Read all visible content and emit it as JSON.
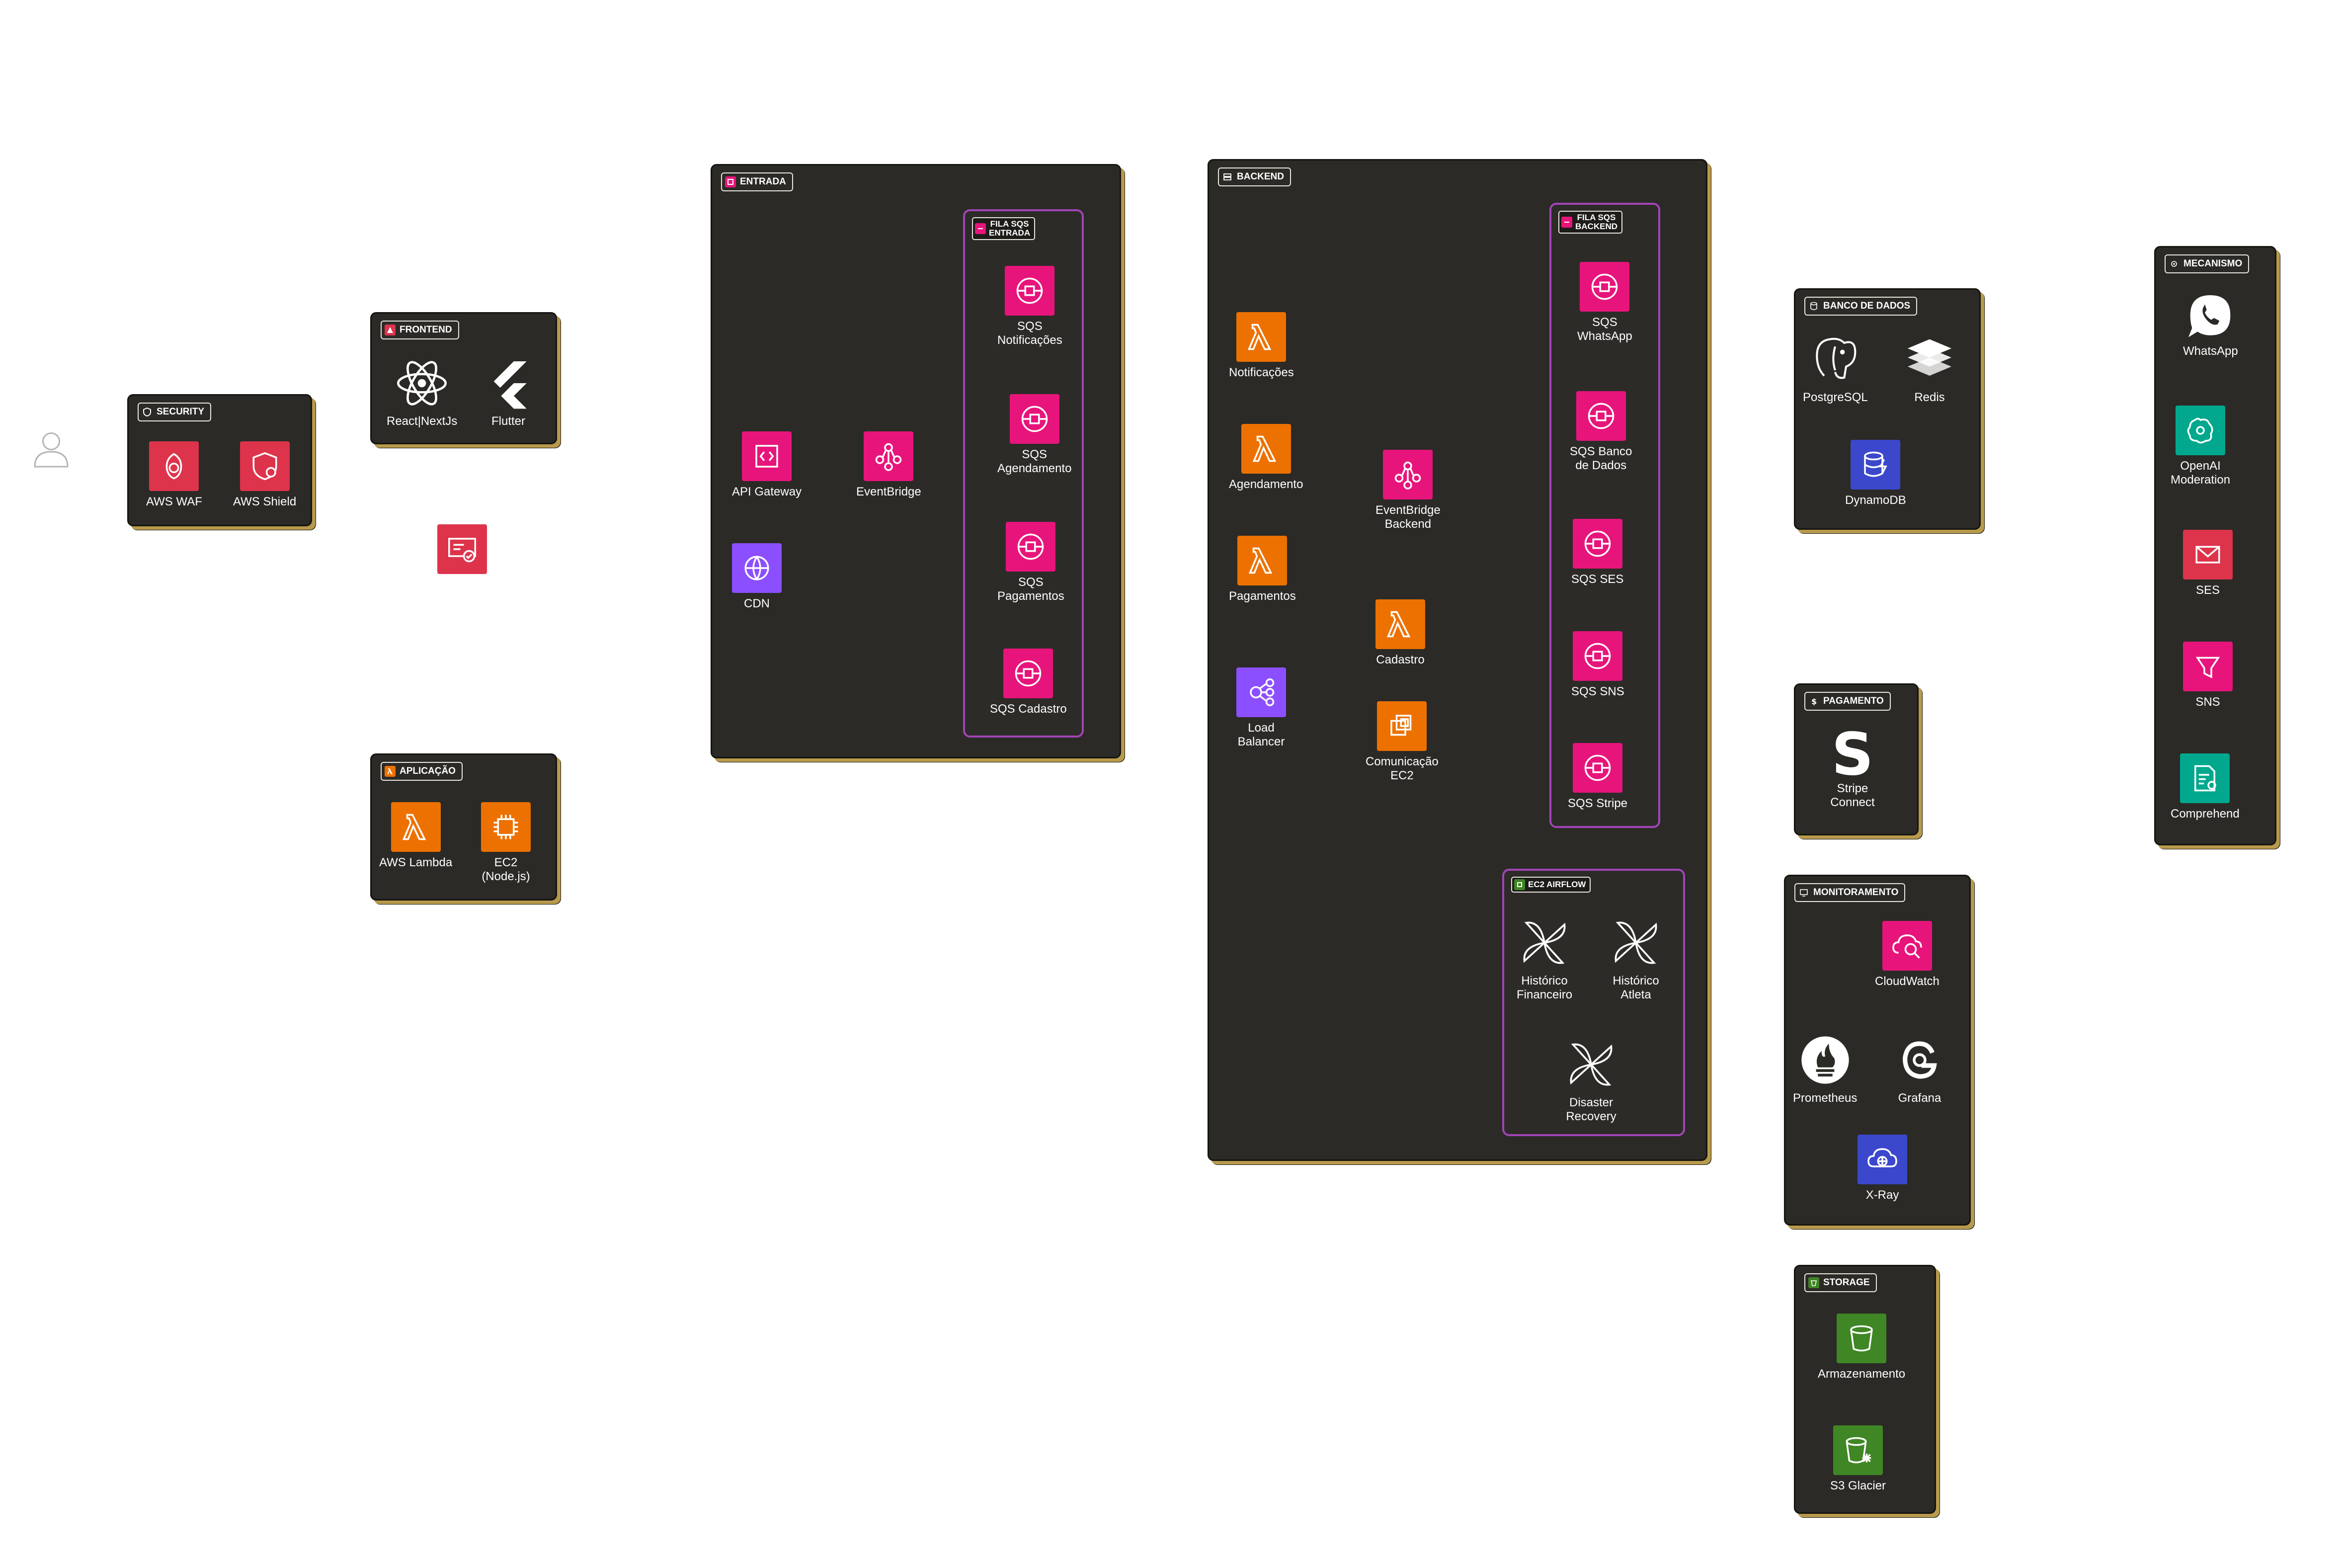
{
  "colors": {
    "group_background": "#2b2a26",
    "group_shadow": "#b89a4c",
    "queue_border": "#a145b7",
    "aws_pink": "#e7157b",
    "aws_orange": "#ed7100",
    "aws_purple": "#8c4fff",
    "aws_red": "#dd344c",
    "aws_teal": "#01a88d",
    "aws_green": "#3f8624",
    "aws_blue": "#3b48cc"
  },
  "user": {
    "icon": "user-icon"
  },
  "certificate": {
    "icon": "certificate-manager-icon"
  },
  "groups": {
    "security": {
      "title": "SECURITY",
      "icon": "shield-icon",
      "nodes": {
        "waf": "AWS WAF",
        "shield": "AWS Shield"
      }
    },
    "frontend": {
      "title": "FRONTEND",
      "icon": "browser-icon",
      "nodes": {
        "react": "React|NextJs",
        "flutter": "Flutter"
      }
    },
    "aplicacao": {
      "title": "APLICAÇÃO",
      "icon": "lambda-icon",
      "nodes": {
        "lambda": "AWS Lambda",
        "ec2_line1": "EC2",
        "ec2_line2": "(Node.js)"
      }
    },
    "entrada": {
      "title": "ENTRADA",
      "icon": "api-icon",
      "nodes": {
        "api_gateway": "API Gateway",
        "eventbridge": "EventBridge",
        "cdn": "CDN"
      },
      "queue": {
        "title_line1": "FILA SQS",
        "title_line2": "ENTRADA",
        "items": [
          {
            "line1": "SQS",
            "line2": "Notificações"
          },
          {
            "line1": "SQS",
            "line2": "Agendamento"
          },
          {
            "line1": "SQS",
            "line2": "Pagamentos"
          },
          {
            "line1": "SQS Cadastro",
            "line2": ""
          }
        ]
      }
    },
    "backend": {
      "title": "BACKEND",
      "icon": "server-icon",
      "nodes": {
        "notificacoes": "Notificações",
        "agendamento": "Agendamento",
        "pagamentos": "Pagamentos",
        "eventbridge_line1": "EventBridge",
        "eventbridge_line2": "Backend",
        "cadastro": "Cadastro",
        "load_balancer_line1": "Load",
        "load_balancer_line2": "Balancer",
        "comunicacao_line1": "Comunicação",
        "comunicacao_line2": "EC2"
      },
      "queue": {
        "title_line1": "FILA SQS",
        "title_line2": "BACKEND",
        "items": [
          {
            "line1": "SQS",
            "line2": "WhatsApp"
          },
          {
            "line1": "SQS Banco",
            "line2": "de Dados"
          },
          {
            "line1": "SQS SES",
            "line2": ""
          },
          {
            "line1": "SQS SNS",
            "line2": ""
          },
          {
            "line1": "SQS Stripe",
            "line2": ""
          }
        ]
      },
      "airflow": {
        "title": "EC2 AIRFLOW",
        "items": [
          {
            "line1": "Histórico",
            "line2": "Financeiro"
          },
          {
            "line1": "Histórico",
            "line2": "Atleta"
          },
          {
            "line1": "Disaster",
            "line2": "Recovery"
          }
        ]
      }
    },
    "banco": {
      "title": "BANCO DE DADOS",
      "icon": "database-icon",
      "nodes": {
        "postgres": "PostgreSQL",
        "redis": "Redis",
        "dynamo": "DynamoDB"
      }
    },
    "pagamento": {
      "title": "PAGAMENTO",
      "icon": "dollar-icon",
      "nodes": {
        "stripe_line1": "Stripe",
        "stripe_line2": "Connect"
      }
    },
    "monitoramento": {
      "title": "MONITORAMENTO",
      "icon": "monitor-icon",
      "nodes": {
        "cloudwatch": "CloudWatch",
        "prometheus": "Prometheus",
        "grafana": "Grafana",
        "xray": "X-Ray"
      }
    },
    "storage": {
      "title": "STORAGE",
      "icon": "bucket-icon",
      "nodes": {
        "armazenamento": "Armazenamento",
        "glacier": "S3 Glacier"
      }
    },
    "mecanismo": {
      "title": "MECANISMO",
      "icon": "gear-icon",
      "nodes": {
        "whatsapp": "WhatsApp",
        "openai_line1": "OpenAI",
        "openai_line2": "Moderation",
        "ses": "SES",
        "sns": "SNS",
        "comprehend": "Comprehend"
      }
    }
  }
}
